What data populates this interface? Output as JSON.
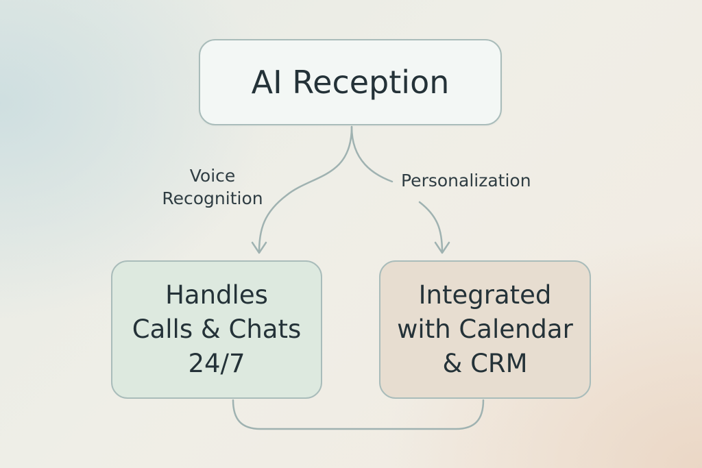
{
  "diagram": {
    "top_node": {
      "label": "AI Reception"
    },
    "left_node": {
      "lines": [
        "Handles",
        "Calls & Chats",
        "24/7"
      ]
    },
    "right_node": {
      "lines": [
        "Integrated",
        "with Calendar",
        "& CRM"
      ]
    },
    "edges": {
      "left_label_lines": [
        "Voice",
        "Recognition"
      ],
      "right_label": "Personalization"
    },
    "colors": {
      "connector": "#9fb2b1",
      "top_node_fill": "#f3f7f5",
      "left_node_fill": "#dde9df",
      "right_node_fill": "#e7ddd0",
      "text": "#243238"
    }
  }
}
